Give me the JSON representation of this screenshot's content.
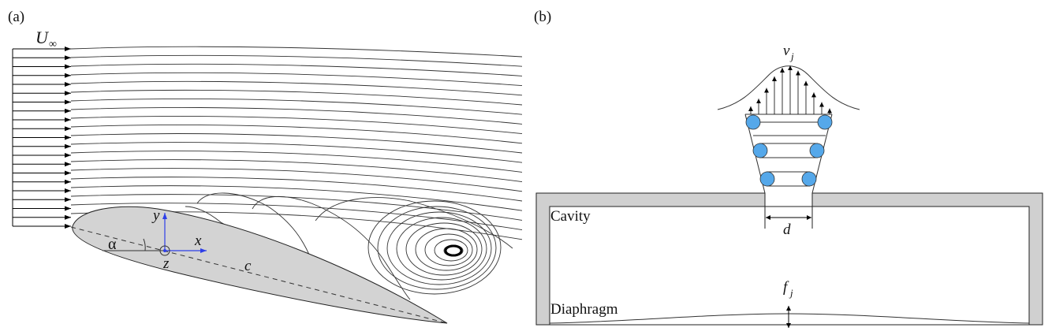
{
  "panels": {
    "left": {
      "label": "(a)",
      "freestream_symbol": "U",
      "freestream_subscript": "∞",
      "angle_symbol": "α",
      "chord_symbol": "c",
      "axis_x": "x",
      "axis_y": "y",
      "axis_z": "z"
    },
    "right": {
      "label": "(b)",
      "jet_velocity_symbol": "v",
      "jet_velocity_subscript": "j",
      "orifice_width_symbol": "d",
      "frequency_symbol": "f",
      "frequency_subscript": "j",
      "cavity_label": "Cavity",
      "diaphragm_label": "Diaphragm"
    }
  },
  "colors": {
    "airfoil_fill": "#d3d3d3",
    "vortex_fill": "#55a8ea",
    "axis_blue": "#2d3ee8",
    "cavity_wall": "#d0d0d0"
  }
}
